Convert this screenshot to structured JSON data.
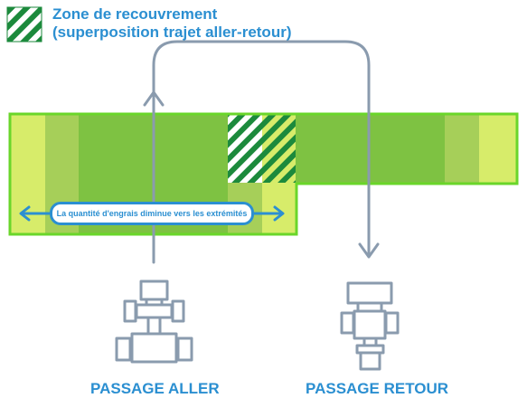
{
  "legend": {
    "title_line1": "Zone de recouvrement",
    "title_line2": "(superposition trajet aller-retour)"
  },
  "note": "La quantité d'engrais diminue vers les extrémités",
  "passes": {
    "outbound_label": "PASSAGE ALLER",
    "return_label": "PASSAGE RETOUR"
  },
  "colors": {
    "accent_blue": "#2b8fd1",
    "arrow_grey": "#8a9bae",
    "field_green": "#7ec242",
    "border_green": "#6ad62a",
    "light_green": "#d7ec6a",
    "mid_green": "#a6cf59",
    "stripe_dark": "#1c8a3c"
  }
}
